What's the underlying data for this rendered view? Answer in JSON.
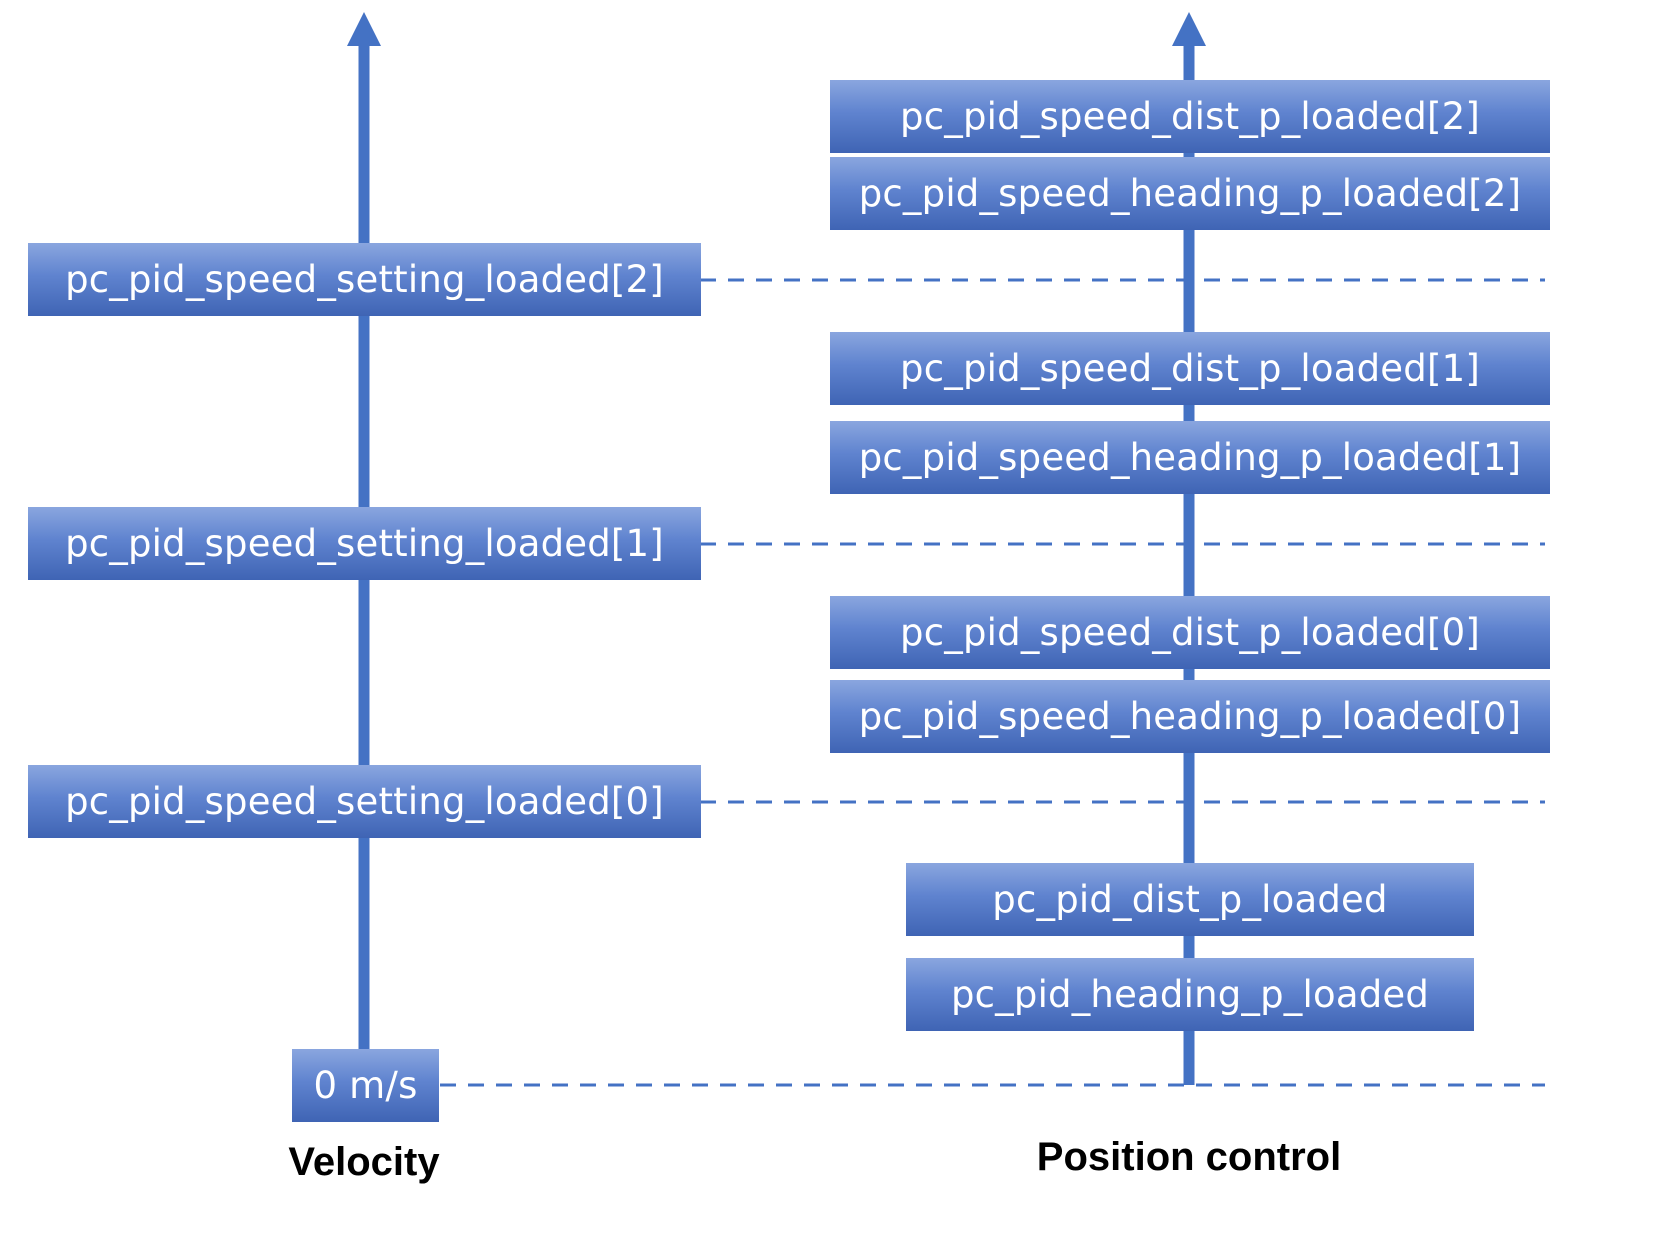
{
  "colors": {
    "axis": "#4472c4",
    "box_top": "#8aa6df",
    "box_bottom": "#3f64b4",
    "dashed_line": "#4472c4",
    "box_text": "#ffffff",
    "caption_text": "#000000"
  },
  "left_column": {
    "caption": "Velocity",
    "levels": [
      {
        "label": "pc_pid_speed_setting_loaded[2]"
      },
      {
        "label": "pc_pid_speed_setting_loaded[1]"
      },
      {
        "label": "pc_pid_speed_setting_loaded[0]"
      },
      {
        "label": "0 m/s"
      }
    ]
  },
  "right_column": {
    "caption": "Position control",
    "groups": [
      {
        "dist_label": "pc_pid_speed_dist_p_loaded[2]",
        "heading_label": "pc_pid_speed_heading_p_loaded[2]"
      },
      {
        "dist_label": "pc_pid_speed_dist_p_loaded[1]",
        "heading_label": "pc_pid_speed_heading_p_loaded[1]"
      },
      {
        "dist_label": "pc_pid_speed_dist_p_loaded[0]",
        "heading_label": "pc_pid_speed_heading_p_loaded[0]"
      },
      {
        "dist_label": "pc_pid_dist_p_loaded",
        "heading_label": "pc_pid_heading_p_loaded"
      }
    ]
  }
}
